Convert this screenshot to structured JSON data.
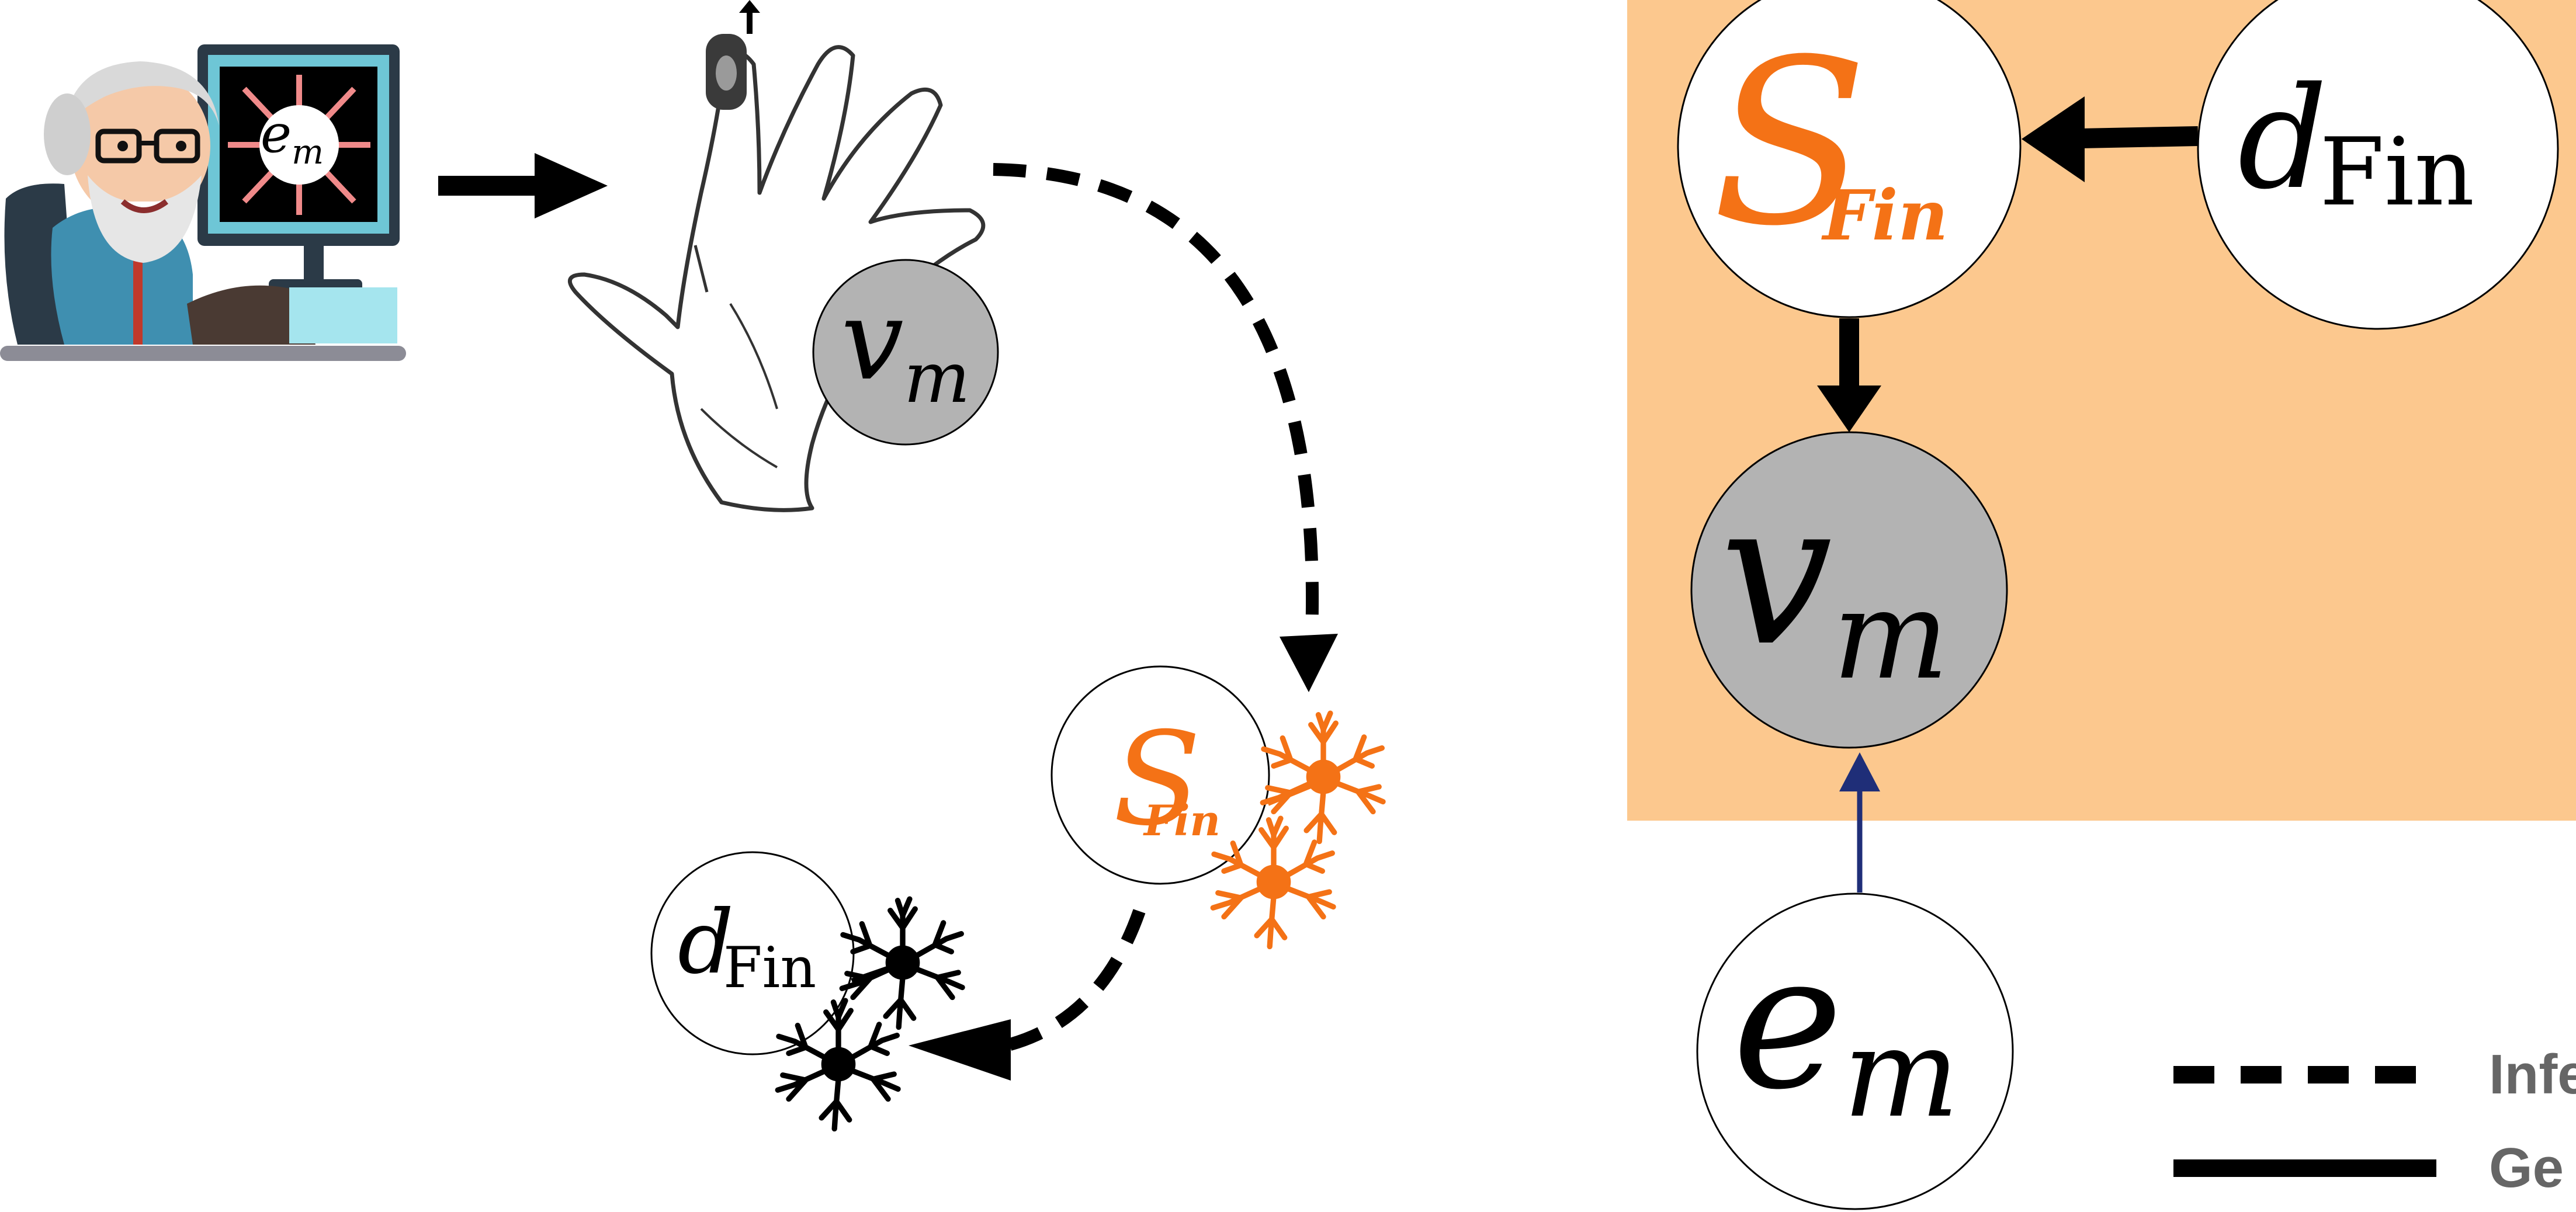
{
  "colors": {
    "orange": "#F47216",
    "plate": "#FCC88E",
    "observed_fill": "#B3B3B3",
    "navy": "#1F2E78",
    "black": "#000000",
    "legend_text": "#666666",
    "monitor_arrow": "#F08A8A"
  },
  "icons": {
    "scientist": "scientist-at-computer-icon",
    "hand": "sketched-hand-icon",
    "thimble": "finger-thimble-icon",
    "neuron": "neuron-icon"
  },
  "nodes": {
    "em": {
      "base": "e",
      "sub": "m"
    },
    "vm": {
      "base": "v",
      "sub": "m"
    },
    "sfin": {
      "base": "S",
      "sub": "Fin"
    },
    "dfin": {
      "base": "d",
      "sub": "Fin"
    }
  },
  "legend": {
    "inference_label": "Infe",
    "generative_label": "Ge"
  }
}
